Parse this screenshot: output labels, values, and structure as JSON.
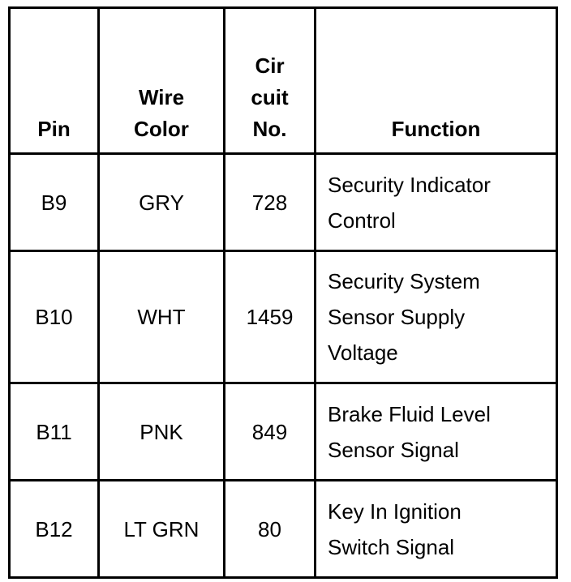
{
  "table": {
    "headers": {
      "pin": "Pin",
      "wire_color_line1": "Wire",
      "wire_color_line2": "Color",
      "circuit_line1": "Cir",
      "circuit_line2": "cuit",
      "circuit_line3": "No.",
      "function": "Function"
    },
    "rows": [
      {
        "pin": "B9",
        "wire_color": "GRY",
        "circuit": "728",
        "function_lines": [
          "Security Indicator",
          "Control"
        ]
      },
      {
        "pin": "B10",
        "wire_color": "WHT",
        "circuit": "1459",
        "function_lines": [
          "Security System",
          "Sensor Supply",
          "Voltage"
        ]
      },
      {
        "pin": "B11",
        "wire_color": "PNK",
        "circuit": "849",
        "function_lines": [
          "Brake Fluid Level",
          "Sensor Signal"
        ]
      },
      {
        "pin": "B12",
        "wire_color": "LT GRN",
        "circuit": "80",
        "function_lines": [
          "Key In Ignition",
          "Switch Signal"
        ]
      }
    ]
  }
}
